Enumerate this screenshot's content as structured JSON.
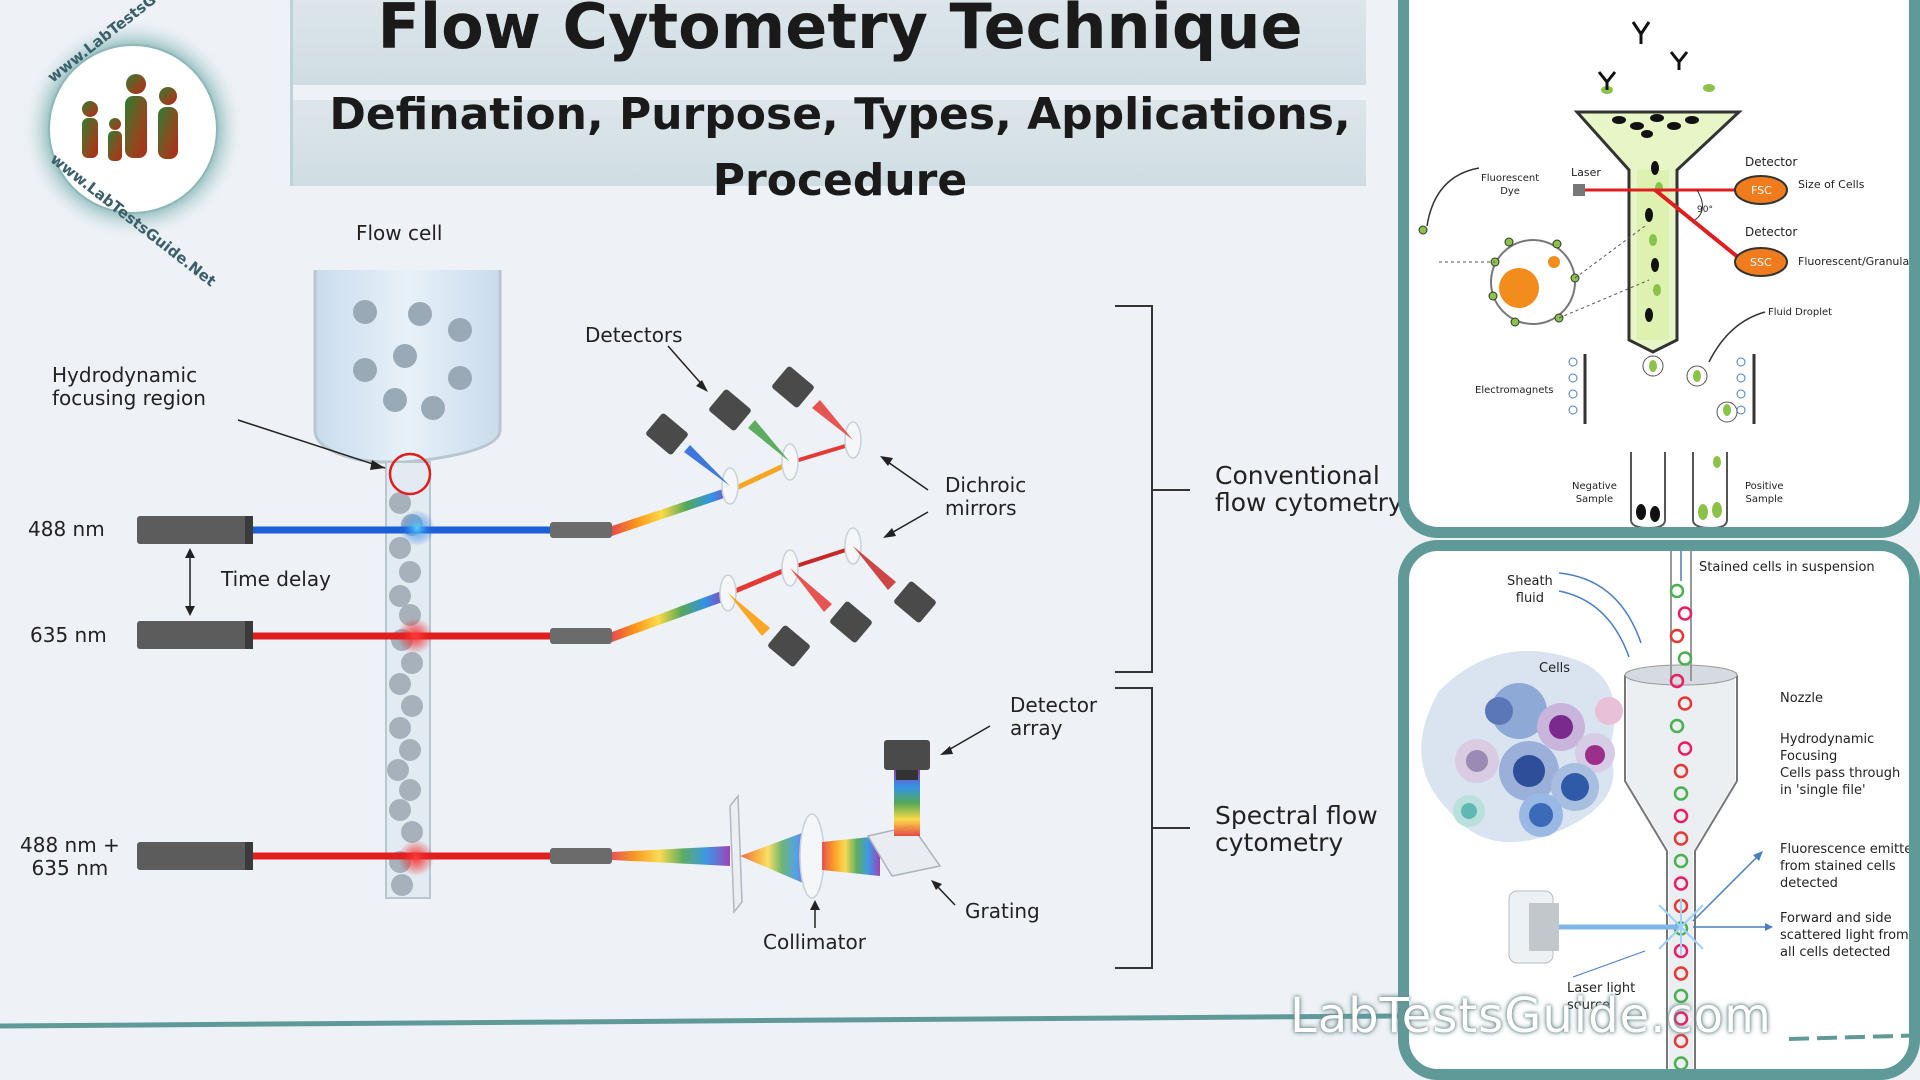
{
  "header": {
    "title": "Flow Cytometry Technique",
    "subtitle_line1": "Defination, Purpose, Types, Applications,",
    "subtitle_line2": "Procedure"
  },
  "logo": {
    "top_text": "www.LabTestsGuide.com",
    "bottom_text": "www.LabTestsGuide.Net"
  },
  "main_diagram": {
    "flow_cell": "Flow cell",
    "hydro_line1": "Hydrodynamic",
    "hydro_line2": "focusing region",
    "detectors": "Detectors",
    "dichroic_line1": "Dichroic",
    "dichroic_line2": "mirrors",
    "laser_488": "488 nm",
    "time_delay": "Time delay",
    "laser_635": "635 nm",
    "laser_combo_line1": "488 nm +",
    "laser_combo_line2": "635 nm",
    "detector_array_line1": "Detector",
    "detector_array_line2": "array",
    "grating": "Grating",
    "collimator": "Collimator",
    "conventional_line1": "Conventional",
    "conventional_line2": "flow cytometry",
    "spectral_line1": "Spectral flow",
    "spectral_line2": "cytometry"
  },
  "panel_top": {
    "laser": "Laser",
    "detector1": "Detector",
    "fsc": "FSC",
    "size_of_cells": "Size of Cells",
    "angle": "90°",
    "detector2": "Detector",
    "ssc": "SSC",
    "granularity": "Fluorescent/Granularity",
    "fluorescent_dye_line1": "Fluorescent",
    "fluorescent_dye_line2": "Dye",
    "fluid_droplet": "Fluid Droplet",
    "electromagnets": "Electromagnets",
    "negative_line1": "Negative",
    "negative_line2": "Sample",
    "positive_line1": "Positive",
    "positive_line2": "Sample"
  },
  "panel_bottom": {
    "stained": "Stained cells in suspension",
    "sheath_line1": "Sheath",
    "sheath_line2": "fluid",
    "cells": "Cells",
    "nozzle": "Nozzle",
    "hydro_line1": "Hydrodynamic",
    "hydro_line2": "Focusing",
    "hydro_line3": "Cells pass through",
    "hydro_line4": "in 'single file'",
    "fluor_line1": "Fluorescence emitted",
    "fluor_line2": "from stained cells",
    "fluor_line3": "detected",
    "fwd_line1": "Forward and side",
    "fwd_line2": "scattered light from",
    "fwd_line3": "all cells detected",
    "laser_line1": "Laser light",
    "laser_line2": "source"
  },
  "watermark": "LabTestsGuide.com",
  "colors": {
    "panel_border": "#5f9a98",
    "laser_blue": "#1a5fd8",
    "laser_red": "#e01e1e",
    "background": "#eef2f6"
  }
}
